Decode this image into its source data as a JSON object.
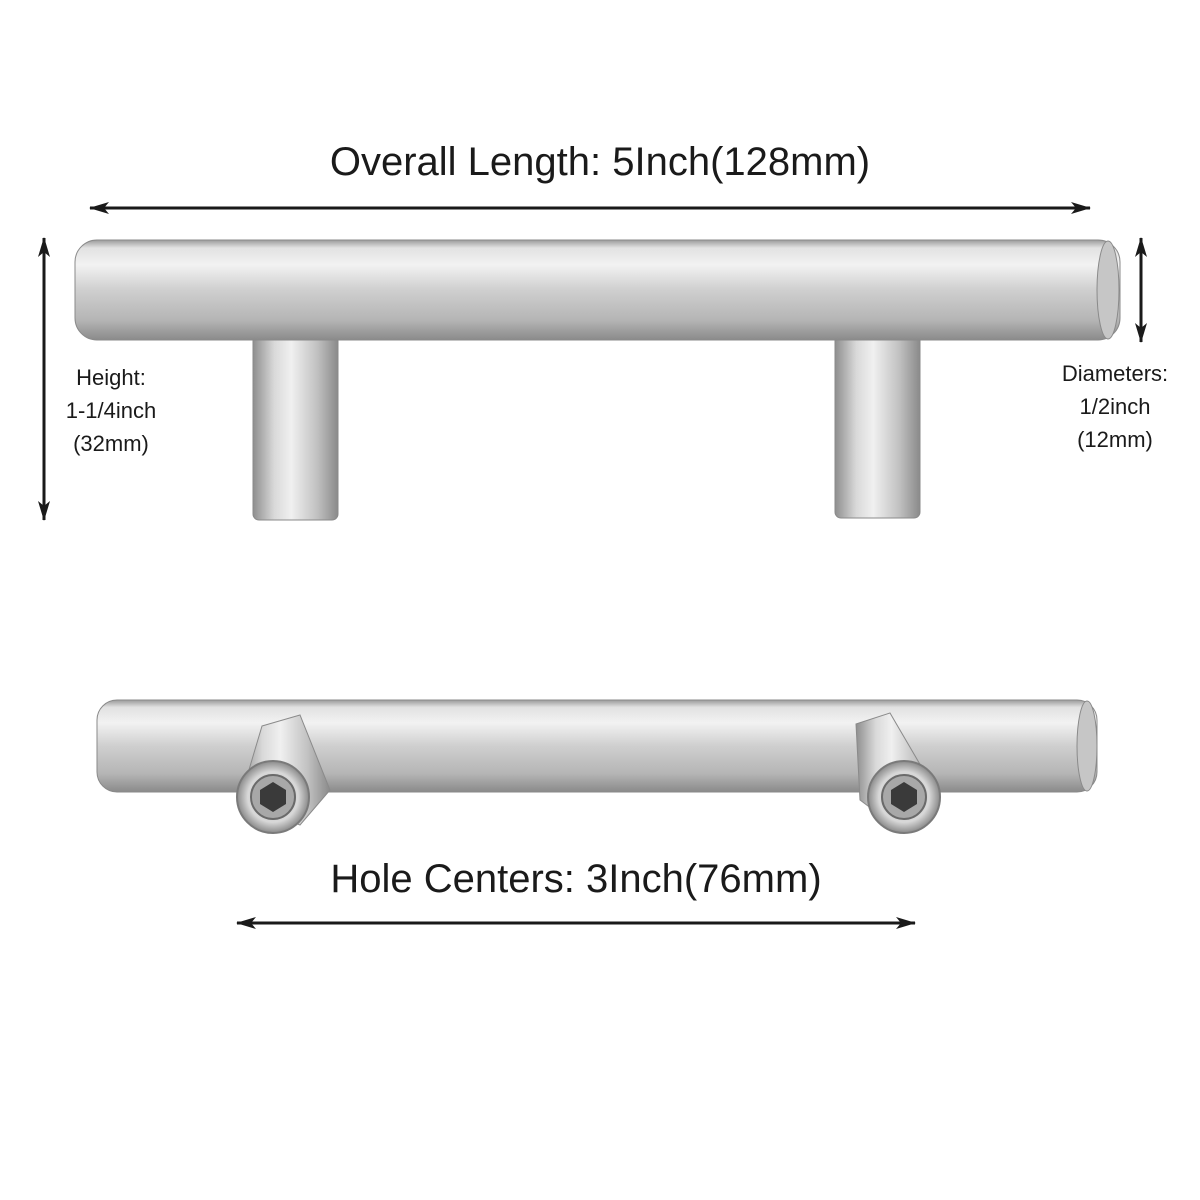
{
  "overall_length": {
    "label": "Overall Length: 5Inch(128mm)"
  },
  "height": {
    "line1": "Height:",
    "line2": "1-1/4inch",
    "line3": "(32mm)"
  },
  "diameter": {
    "line1": "Diameters:",
    "line2": "1/2inch",
    "line3": "(12mm)"
  },
  "hole_centers": {
    "label": "Hole Centers: 3Inch(76mm)"
  },
  "colors": {
    "metal_light": "#eeeeee",
    "metal_mid": "#c8c8c8",
    "metal_dark": "#8c8c8c",
    "arrow": "#1a1a1a"
  }
}
